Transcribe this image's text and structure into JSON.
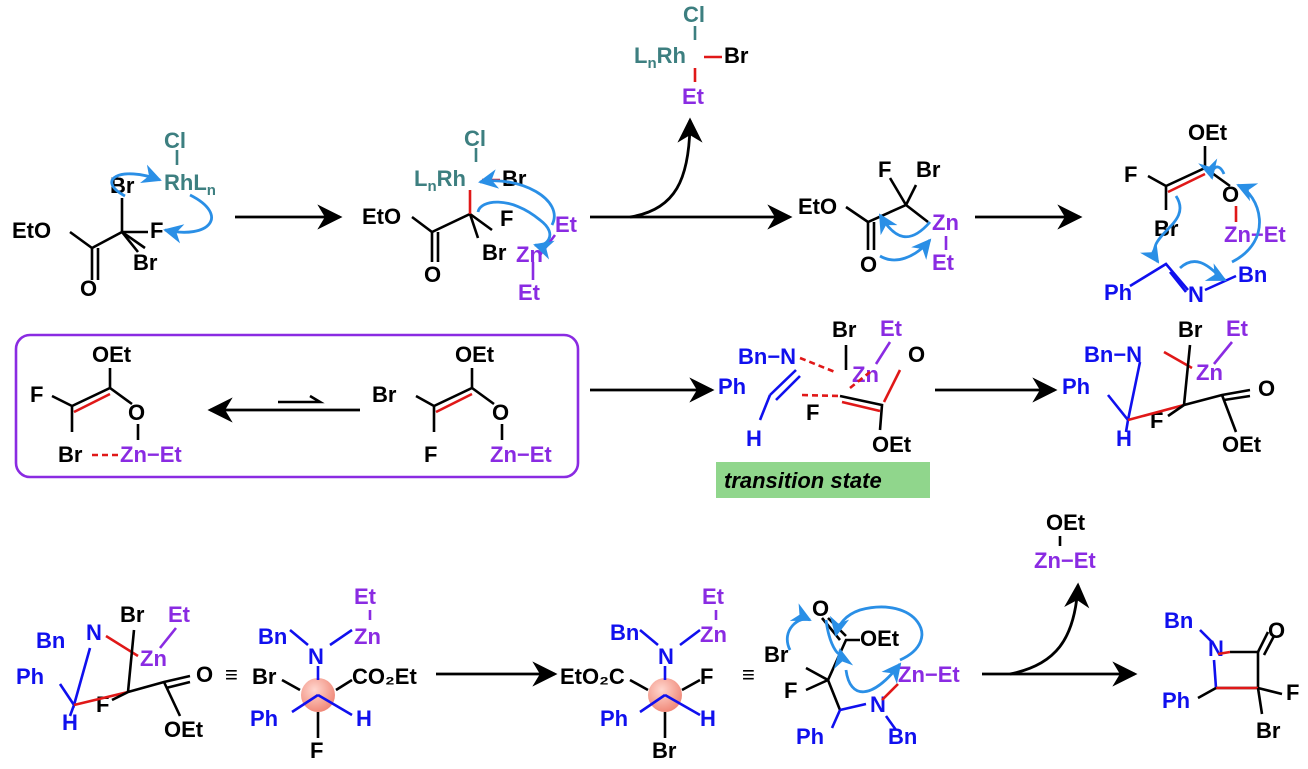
{
  "colors": {
    "rhodium": "#3d7f80",
    "zinc": "#8a2be2",
    "imine": "#1010ee",
    "new_bond": "#e01818",
    "electron_arrow": "#2a8fe6",
    "ts_box": "#90d68c",
    "enolate_box": "#8a2be2"
  },
  "row1": {
    "substrate": {
      "eto": "EtO",
      "o": "O",
      "br1": "Br",
      "br2": "Br",
      "f": "F",
      "cl": "Cl",
      "rh": "RhL",
      "rh_sub": "n"
    },
    "oxidative_adduct": {
      "eto": "EtO",
      "o": "O",
      "br": "Br",
      "f": "F",
      "cl": "Cl",
      "ln": "L",
      "ln_sub": "n",
      "rh": "Rh",
      "rh_br": "Br",
      "et": "Et",
      "zn": "Zn",
      "zn_et": "Et"
    },
    "rh_byproduct": {
      "cl": "Cl",
      "ln": "L",
      "ln_sub": "n",
      "rh": "Rh",
      "br": "Br",
      "et": "Et"
    },
    "zinc_carbenoid": {
      "eto": "EtO",
      "o": "O",
      "f": "F",
      "br": "Br",
      "zn": "Zn",
      "et": "Et"
    },
    "enolate_imine": {
      "oet": "OEt",
      "f": "F",
      "o": "O",
      "br": "Br",
      "zn_et": "Zn−Et",
      "bn": "Bn",
      "n": "N",
      "ph": "Ph"
    }
  },
  "row2": {
    "box": {
      "left": {
        "oet": "OEt",
        "f": "F",
        "o": "O",
        "br": "Br",
        "zn_et": "Zn−Et"
      },
      "right": {
        "oet": "OEt",
        "br": "Br",
        "o": "O",
        "f": "F",
        "zn_et": "Zn−Et"
      }
    },
    "ts": {
      "bn_n": "Bn−N",
      "br": "Br",
      "et": "Et",
      "o": "O",
      "ph": "Ph",
      "zn": "Zn",
      "f": "F",
      "h": "H",
      "oet": "OEt",
      "label": "transition state"
    },
    "product": {
      "bn_n": "Bn−N",
      "br": "Br",
      "et": "Et",
      "zn": "Zn",
      "ph": "Ph",
      "o": "O",
      "f": "F",
      "h": "H",
      "oet": "OEt"
    }
  },
  "row3": {
    "chair": {
      "bn": "Bn",
      "n": "N",
      "br": "Br",
      "et": "Et",
      "zn": "Zn",
      "o": "O",
      "ph": "Ph",
      "f": "F",
      "h": "H",
      "oet": "OEt",
      "equiv": "≡"
    },
    "newman1": {
      "et": "Et",
      "bn": "Bn",
      "zn": "Zn",
      "n": "N",
      "br": "Br",
      "co2et": "CO₂Et",
      "ph": "Ph",
      "h": "H",
      "f": "F"
    },
    "newman2": {
      "et": "Et",
      "bn": "Bn",
      "zn": "Zn",
      "n": "N",
      "eto2c": "EtO₂C",
      "f": "F",
      "ph": "Ph",
      "h": "H",
      "br": "Br",
      "equiv": "≡"
    },
    "zinc_amide": {
      "o": "O",
      "br": "Br",
      "oet": "OEt",
      "f": "F",
      "zn_et": "Zn−Et",
      "n": "N",
      "ph": "Ph",
      "bn": "Bn"
    },
    "zn_byproduct": {
      "oet": "OEt",
      "zn_et": "Zn−Et"
    },
    "beta_lactam": {
      "bn": "Bn",
      "n": "N",
      "o": "O",
      "ph": "Ph",
      "f": "F",
      "br": "Br"
    }
  }
}
